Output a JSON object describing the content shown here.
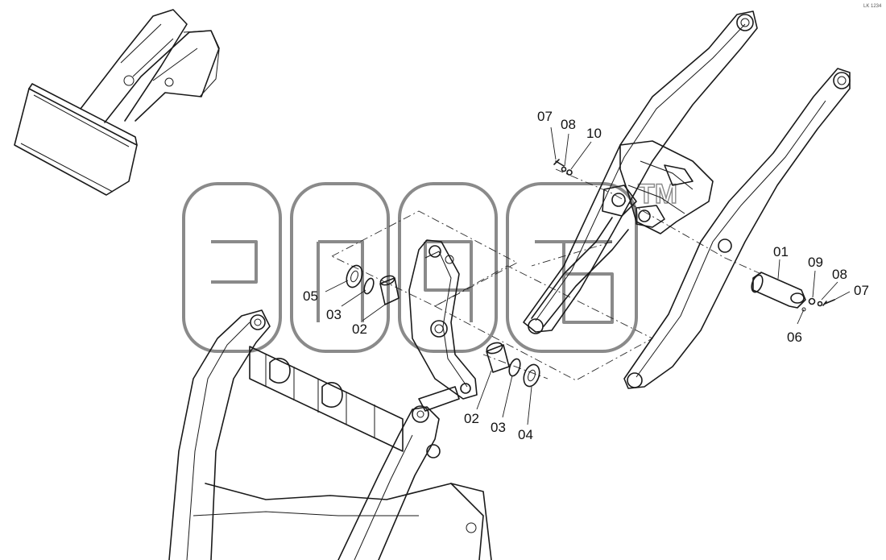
{
  "diagram": {
    "corner_code": "LK 1234",
    "watermark_tm": "TM",
    "labels": [
      {
        "id": "l07a",
        "text": "07"
      },
      {
        "id": "l08a",
        "text": "08"
      },
      {
        "id": "l10",
        "text": "10"
      },
      {
        "id": "l01",
        "text": "01"
      },
      {
        "id": "l09",
        "text": "09"
      },
      {
        "id": "l08b",
        "text": "08"
      },
      {
        "id": "l07b",
        "text": "07"
      },
      {
        "id": "l06",
        "text": "06"
      },
      {
        "id": "l05",
        "text": "05"
      },
      {
        "id": "l03a",
        "text": "03"
      },
      {
        "id": "l02a",
        "text": "02"
      },
      {
        "id": "l02b",
        "text": "02"
      },
      {
        "id": "l03b",
        "text": "03"
      },
      {
        "id": "l04",
        "text": "04"
      }
    ]
  }
}
